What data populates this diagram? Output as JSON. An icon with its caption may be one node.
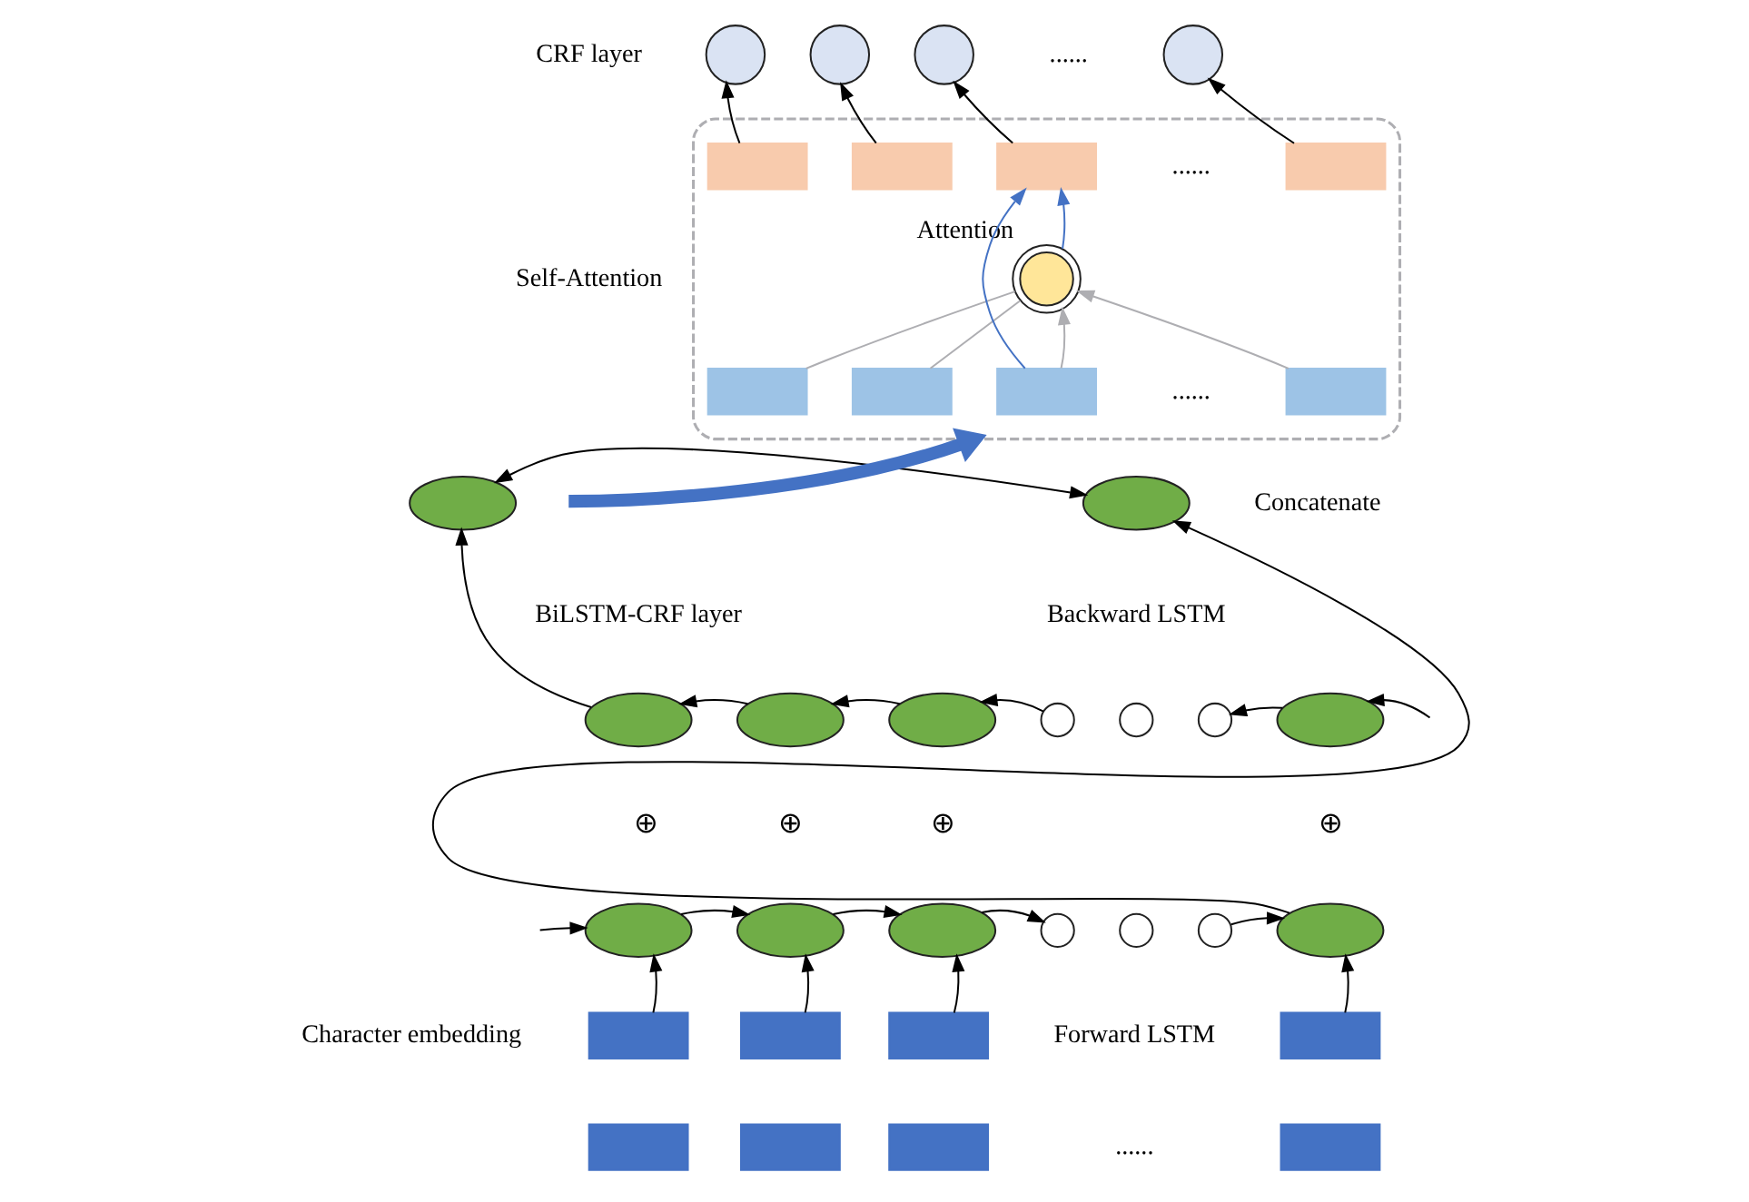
{
  "diagram": {
    "nodes": [
      {
        "text": [],
        "shape": "circle"
      },
      {
        "text": [],
        "shape": "circle"
      },
      {
        "text": [],
        "shape": "circle"
      },
      {
        "text": [],
        "shape": "circle"
      },
      {
        "text": [],
        "shape": "box"
      },
      {
        "text": [],
        "shape": "box",
        "in": 4
      },
      {
        "text": [],
        "shape": "box",
        "in": 4
      },
      {
        "text": [],
        "shape": "box",
        "in": 4
      },
      {
        "text": [],
        "shape": "box",
        "in": 4
      },
      {
        "text": [],
        "shape": "circle",
        "in": 4,
        "beside": [
          "Attention"
        ]
      },
      {
        "text": [],
        "shape": "box",
        "in": 4
      },
      {
        "text": [],
        "shape": "box",
        "in": 4
      },
      {
        "text": [],
        "shape": "box",
        "in": 4
      },
      {
        "text": [],
        "shape": "box",
        "in": 4
      },
      {
        "text": [],
        "shape": "ellipse"
      },
      {
        "text": [],
        "shape": "ellipse"
      },
      {
        "text": [],
        "shape": "ellipse"
      },
      {
        "text": [],
        "shape": "ellipse"
      },
      {
        "text": [],
        "shape": "ellipse"
      },
      {
        "text": [],
        "shape": "circle"
      },
      {
        "text": [],
        "shape": "circle"
      },
      {
        "text": [],
        "shape": "circle"
      },
      {
        "text": [],
        "shape": "ellipse"
      },
      {
        "text": [],
        "shape": "ellipse"
      },
      {
        "text": [],
        "shape": "ellipse"
      },
      {
        "text": [],
        "shape": "ellipse"
      },
      {
        "text": [],
        "shape": "circle"
      },
      {
        "text": [],
        "shape": "circle"
      },
      {
        "text": [],
        "shape": "circle"
      },
      {
        "text": [],
        "shape": "ellipse"
      },
      {
        "text": [],
        "shape": "box"
      },
      {
        "text": [],
        "shape": "box"
      },
      {
        "text": [],
        "shape": "box"
      },
      {
        "text": [],
        "shape": "box"
      },
      {
        "text": [],
        "shape": "box"
      },
      {
        "text": [],
        "shape": "box"
      },
      {
        "text": [],
        "shape": "box"
      },
      {
        "text": [],
        "shape": "box"
      }
    ],
    "edges": [
      {
        "from": 5,
        "to": 0,
        "arrow": "to"
      },
      {
        "from": 6,
        "to": 1,
        "arrow": "to"
      },
      {
        "from": 7,
        "to": 2,
        "arrow": "to"
      },
      {
        "from": 8,
        "to": 3,
        "arrow": "to"
      },
      {
        "from": 12,
        "to": 7,
        "arrow": "to",
        "color": "#4472c4"
      },
      {
        "from": 9,
        "to": 7,
        "arrow": "to",
        "color": "#4472c4"
      },
      {
        "from": 10,
        "to": 9,
        "arrow": "none",
        "color": "#aeaeb2"
      },
      {
        "from": 11,
        "to": 9,
        "arrow": "none",
        "color": "#aeaeb2"
      },
      {
        "from": 12,
        "to": 9,
        "arrow": "to",
        "color": "#aeaeb2"
      },
      {
        "from": 13,
        "to": 9,
        "arrow": "to",
        "color": "#aeaeb2"
      },
      {
        "from": null,
        "to": 4,
        "arrow": "to",
        "style": "thick",
        "color": "#4472c4"
      },
      {
        "from": 14,
        "to": 15,
        "arrow": "both"
      },
      {
        "from": 16,
        "to": 14,
        "arrow": "to"
      },
      {
        "from": 29,
        "to": 15,
        "arrow": "to"
      },
      {
        "from": null,
        "to": 22,
        "arrow": "to"
      },
      {
        "from": 22,
        "to": 21,
        "arrow": "to"
      },
      {
        "from": 19,
        "to": 18,
        "arrow": "to"
      },
      {
        "from": 18,
        "to": 17,
        "arrow": "to"
      },
      {
        "from": 17,
        "to": 16,
        "arrow": "to"
      },
      {
        "from": null,
        "to": 23,
        "arrow": "to"
      },
      {
        "from": 23,
        "to": 24,
        "arrow": "to"
      },
      {
        "from": 24,
        "to": 25,
        "arrow": "to"
      },
      {
        "from": 25,
        "to": 26,
        "arrow": "to"
      },
      {
        "from": 28,
        "to": 29,
        "arrow": "to"
      },
      {
        "from": 30,
        "to": 23,
        "arrow": "to"
      },
      {
        "from": 31,
        "to": 24,
        "arrow": "to"
      },
      {
        "from": 32,
        "to": 25,
        "arrow": "to"
      },
      {
        "from": 33,
        "to": 29,
        "arrow": "to"
      }
    ],
    "labels": [
      "CRF layer",
      "......",
      "Self-Attention",
      "......",
      "......",
      "Concatenate",
      "BiLSTM-CRF layer",
      "Backward LSTM",
      "⊕",
      "⊕",
      "⊕",
      "⊕",
      "Character embedding",
      "Forward LSTM",
      "......"
    ]
  }
}
